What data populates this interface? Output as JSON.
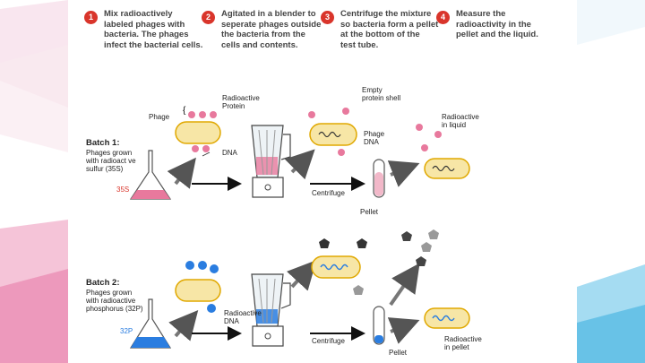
{
  "steps": [
    {
      "number": "1",
      "lines": [
        "Mix radioactively",
        "labeled phages with",
        "bacteria. The phages",
        "infect the bacterial cells."
      ]
    },
    {
      "number": "2",
      "lines": [
        "Agitated in a blender to",
        "seperate phages outside",
        "the bacteria from the",
        "cells and contents."
      ]
    },
    {
      "number": "3",
      "lines": [
        "Centrifuge the mixture",
        "so bacteria form a pellet",
        "at the bottom of the",
        "test tube."
      ]
    },
    {
      "number": "4",
      "lines": [
        "Measure the",
        "radioactivity in the",
        "pellet and the liquid."
      ]
    }
  ],
  "batch1": {
    "title": "Batch 1:",
    "desc": [
      "Phages grown",
      "with radioact ve",
      "sulfur (35S)"
    ],
    "flask_label": "35S",
    "labels": {
      "phage": "Phage",
      "radioactive_protein": [
        "Radioactive",
        "Protein"
      ],
      "dna": "DNA",
      "empty_shell": [
        "Empty",
        "protein shell"
      ],
      "phage_dna": [
        "Phage",
        "DNA"
      ],
      "radioactive_liquid": [
        "Radioactive",
        "in liquid"
      ],
      "centrifuge": "Centrifuge",
      "pellet": "Pellet"
    }
  },
  "batch2": {
    "title": "Batch 2:",
    "desc": [
      "Phages grown",
      "with radioactive",
      "phosphorus (32P)"
    ],
    "flask_label": "32P",
    "labels": {
      "radioactive_dna": [
        "Radioactive",
        "DNA"
      ],
      "centrifuge": "Centrifuge",
      "pellet": "Pellet",
      "radioactive_pellet": [
        "Radioactive",
        "in pellet"
      ]
    }
  },
  "colors": {
    "accent_red": "#d9352b",
    "pink": "#e8799d",
    "blue": "#2a7de0",
    "cell": "#f7e6a6",
    "cell_border": "#e0a800",
    "arrow": "#555555"
  }
}
